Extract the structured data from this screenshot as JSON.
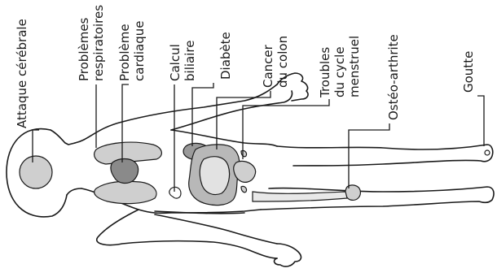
{
  "labels": {
    "stroke": "Attaque cérébrale",
    "respiratory_1": "Problèmes",
    "respiratory_2": "respiratoires",
    "cardiac_1": "Problème",
    "cardiac_2": "cardiaque",
    "gallstone_1": "Calcul",
    "gallstone_2": "biliaire",
    "diabetes": "Diabète",
    "colon_cancer_1": "Cancer",
    "colon_cancer_2": "du colon",
    "menstrual_1": "Troubles",
    "menstrual_2": "du cycle",
    "menstrual_3": "menstruel",
    "osteoarthritis": "Ostéo-arthrite",
    "gout": "Goutte"
  },
  "colors": {
    "ink": "#1a1a1a",
    "organ_light": "#cfcfcf",
    "organ_mid": "#9a9a9a",
    "organ_dark": "#6e6e6e",
    "background": "#ffffff"
  }
}
